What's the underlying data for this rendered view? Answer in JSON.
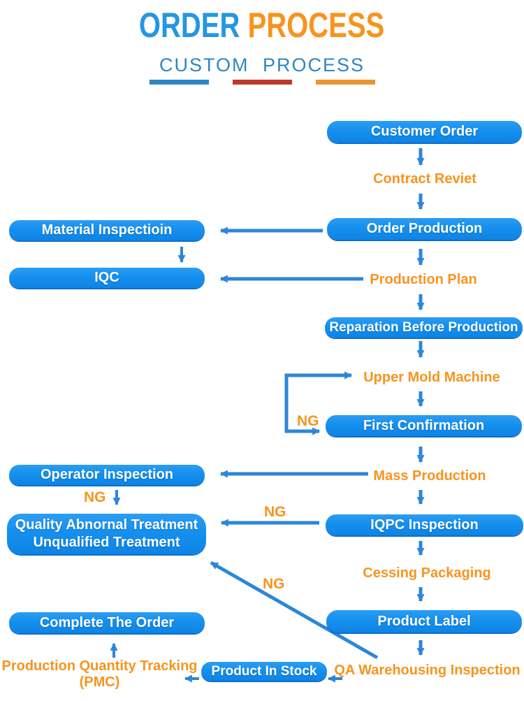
{
  "title": {
    "part1": "ORDER",
    "part2": "PROCESS",
    "subtitle": "CUSTOM PROCESS"
  },
  "labels": {
    "ng": "NG"
  },
  "nodes": {
    "customer_order": {
      "label": "Customer Order",
      "type": "pill"
    },
    "contract_review": {
      "label": "Contract Reviet",
      "type": "text"
    },
    "order_production": {
      "label": "Order Production",
      "type": "pill"
    },
    "material_inspection": {
      "label": "Material Inspectioin",
      "type": "pill"
    },
    "iqc": {
      "label": "IQC",
      "type": "pill"
    },
    "production_plan": {
      "label": "Production Plan",
      "type": "text"
    },
    "reparation": {
      "label": "Reparation Before Production",
      "type": "pill"
    },
    "upper_mold_machine": {
      "label": "Upper Mold Machine",
      "type": "text"
    },
    "first_confirmation": {
      "label": "First Confirmation",
      "type": "pill"
    },
    "mass_production": {
      "label": "Mass Production",
      "type": "text"
    },
    "operator_inspection": {
      "label": "Operator Inspection",
      "type": "pill"
    },
    "iqpc_inspection": {
      "label": "IQPC Inspection",
      "type": "pill"
    },
    "quality_abnormal": {
      "line1": "Quality Abnornal Treatment",
      "line2": "Unqualified Treatment",
      "type": "rect"
    },
    "cessing_packaging": {
      "label": "Cessing Packaging",
      "type": "text"
    },
    "product_label": {
      "label": "Product Label",
      "type": "pill"
    },
    "qa_warehousing": {
      "label": "QA Warehousing Inspection",
      "type": "text"
    },
    "complete_the_order": {
      "label": "Complete The Order",
      "type": "pill"
    },
    "product_in_stock": {
      "label": "Product In Stock",
      "type": "pill"
    },
    "pmc_tracking": {
      "line1": "Production Quantity Tracking",
      "line2": "(PMC)",
      "type": "text"
    }
  },
  "colors": {
    "box_blue": "#1590EE",
    "box_blue_shadow": "#0C6FCE",
    "arrow_blue": "#2E86D8",
    "flow_orange": "#F7941E",
    "title_blue": "#2596E3",
    "title_orange": "#F7941D",
    "subtitle_blue": "#2E86C1",
    "bar_blue": "#2E86C1",
    "bar_red": "#C0392B",
    "bar_orange": "#E8952F",
    "background": "#FFFFFF"
  }
}
